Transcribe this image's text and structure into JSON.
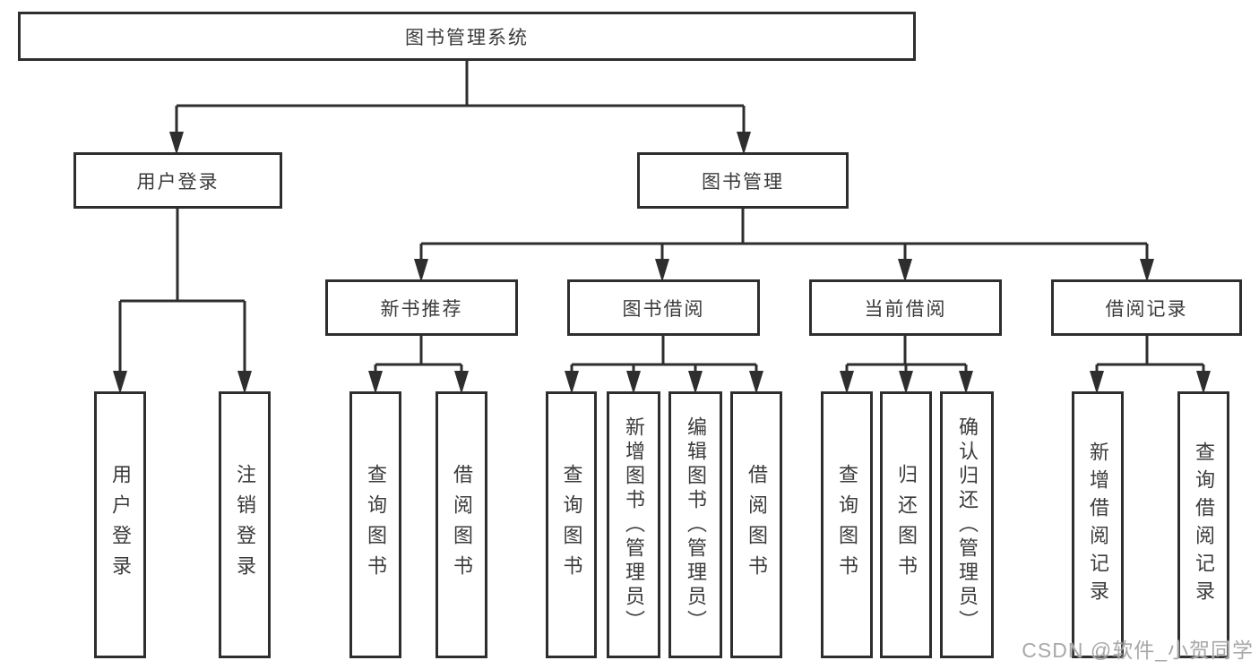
{
  "root": {
    "label": "图书管理系统"
  },
  "branches": [
    {
      "label": "用户登录",
      "children": [
        {
          "label": "用户登录"
        },
        {
          "label": "注销登录"
        }
      ]
    },
    {
      "label": "图书管理",
      "children": [
        {
          "label": "新书推荐",
          "children": [
            {
              "label": "查询图书"
            },
            {
              "label": "借阅图书"
            }
          ]
        },
        {
          "label": "图书借阅",
          "children": [
            {
              "label": "查询图书"
            },
            {
              "label": "新增图书（管理员）"
            },
            {
              "label": "编辑图书（管理员）"
            },
            {
              "label": "借阅图书"
            }
          ]
        },
        {
          "label": "当前借阅",
          "children": [
            {
              "label": "查询图书"
            },
            {
              "label": "归还图书"
            },
            {
              "label": "确认归还（管理员）"
            }
          ]
        },
        {
          "label": "借阅记录",
          "children": [
            {
              "label": "新增借阅记录"
            },
            {
              "label": "查询借阅记录"
            }
          ]
        }
      ]
    }
  ],
  "watermark": "CSDN @软件_小贺同学",
  "colors": {
    "line": "#2e2e2e",
    "text": "#3b3b3b",
    "watermark": "#a8a8a8",
    "background": "#ffffff"
  }
}
